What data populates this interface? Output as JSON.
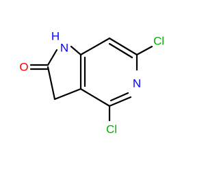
{
  "molecule": {
    "atoms": {
      "nh": "H\nN",
      "n_ring": "N",
      "o": "O",
      "cl_top": "Cl",
      "cl_bottom": "Cl"
    },
    "colors": {
      "bond": "#000000",
      "nitrogen": "#0000ff",
      "oxygen": "#ff0000",
      "chlorine": "#00b000"
    }
  }
}
